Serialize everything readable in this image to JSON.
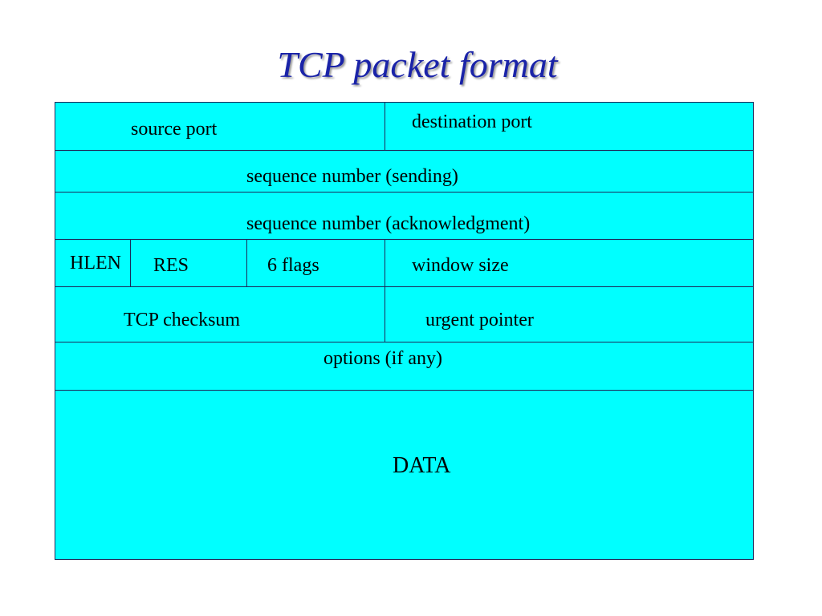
{
  "title": "TCP packet format",
  "fields": {
    "source_port": "source port",
    "destination_port": "destination port",
    "seq_sending": "sequence number (sending)",
    "seq_ack": "sequence number (acknowledgment)",
    "hlen": "HLEN",
    "res": "RES",
    "flags": "6 flags",
    "window_size": "window size",
    "checksum": "TCP checksum",
    "urgent_pointer": "urgent pointer",
    "options": "options (if any)",
    "data": "DATA"
  },
  "colors": {
    "fill": "#00ffff",
    "border": "#1b2a5a",
    "title": "#1a23a8"
  }
}
